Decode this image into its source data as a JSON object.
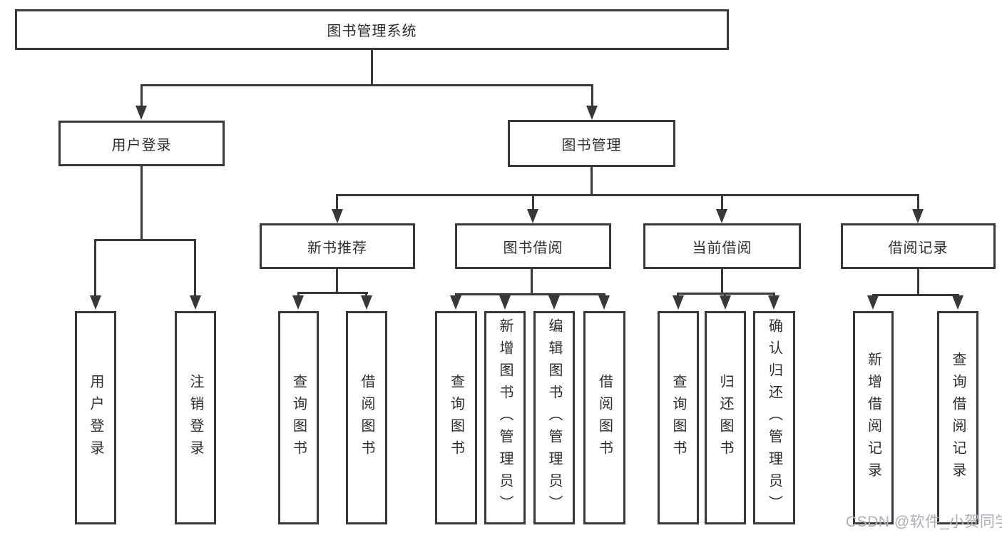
{
  "diagram": {
    "root": {
      "label": "图书管理系统"
    },
    "level2": [
      {
        "label": "用户登录"
      },
      {
        "label": "图书管理"
      }
    ],
    "level3": [
      {
        "label": "新书推荐",
        "parent": "图书管理"
      },
      {
        "label": "图书借阅",
        "parent": "图书管理"
      },
      {
        "label": "当前借阅",
        "parent": "图书管理"
      },
      {
        "label": "借阅记录",
        "parent": "图书管理"
      }
    ],
    "leaves": [
      {
        "label": "用户登录",
        "parent": "用户登录"
      },
      {
        "label": "注销登录",
        "parent": "用户登录"
      },
      {
        "label": "查询图书",
        "parent": "新书推荐"
      },
      {
        "label": "借阅图书",
        "parent": "新书推荐"
      },
      {
        "label": "查询图书",
        "parent": "图书借阅"
      },
      {
        "label": "新增图书（管理员）",
        "parent": "图书借阅"
      },
      {
        "label": "编辑图书（管理员）",
        "parent": "图书借阅"
      },
      {
        "label": "借阅图书",
        "parent": "图书借阅"
      },
      {
        "label": "查询图书",
        "parent": "当前借阅"
      },
      {
        "label": "归还图书",
        "parent": "当前借阅"
      },
      {
        "label": "确认归还（管理员）",
        "parent": "当前借阅"
      },
      {
        "label": "新增借阅记录",
        "parent": "借阅记录"
      },
      {
        "label": "查询借阅记录",
        "parent": "借阅记录"
      }
    ],
    "colors": {
      "line": "#383838",
      "box_border": "#383838",
      "box_fill": "#ffffff",
      "text": "#2e2e2e",
      "watermark": "#aeaeb6"
    }
  },
  "watermark": {
    "text": "CSDN @软件_小贺同学"
  }
}
